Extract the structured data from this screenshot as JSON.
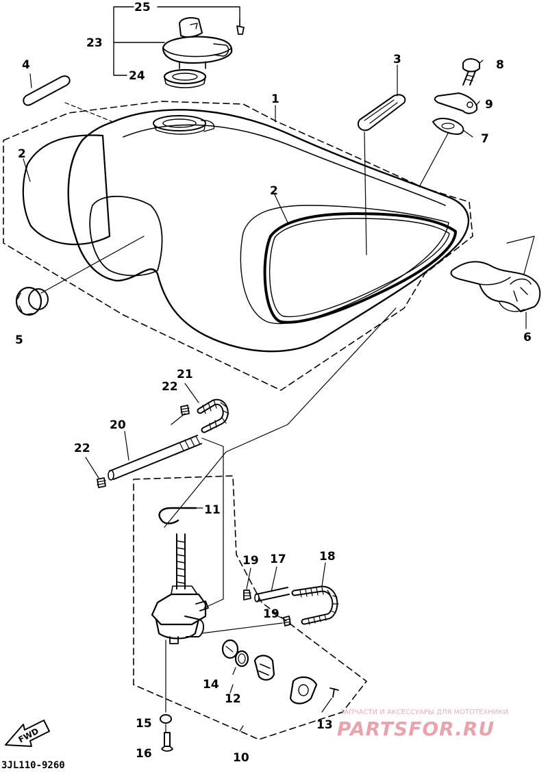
{
  "diagram": {
    "callouts": {
      "c1": "1",
      "c2a": "2",
      "c2b": "2",
      "c3": "3",
      "c4": "4",
      "c5": "5",
      "c6": "6",
      "c7": "7",
      "c8": "8",
      "c9": "9",
      "c10": "10",
      "c11": "11",
      "c12": "12",
      "c13": "13",
      "c14": "14",
      "c15": "15",
      "c16": "16",
      "c17": "17",
      "c18": "18",
      "c19a": "19",
      "c19b": "19",
      "c20": "20",
      "c21": "21",
      "c22a": "22",
      "c22b": "22",
      "c23": "23",
      "c24": "24",
      "c25": "25"
    },
    "fwd_label": "FWD",
    "part_code": "3JL110-9260"
  },
  "watermark": {
    "subtitle": "ЗАПЧАСТИ И АКСЕССУАРЫ ДЛЯ МОТОТЕХНИКИ",
    "logo": "PARTSFOR.RU"
  }
}
